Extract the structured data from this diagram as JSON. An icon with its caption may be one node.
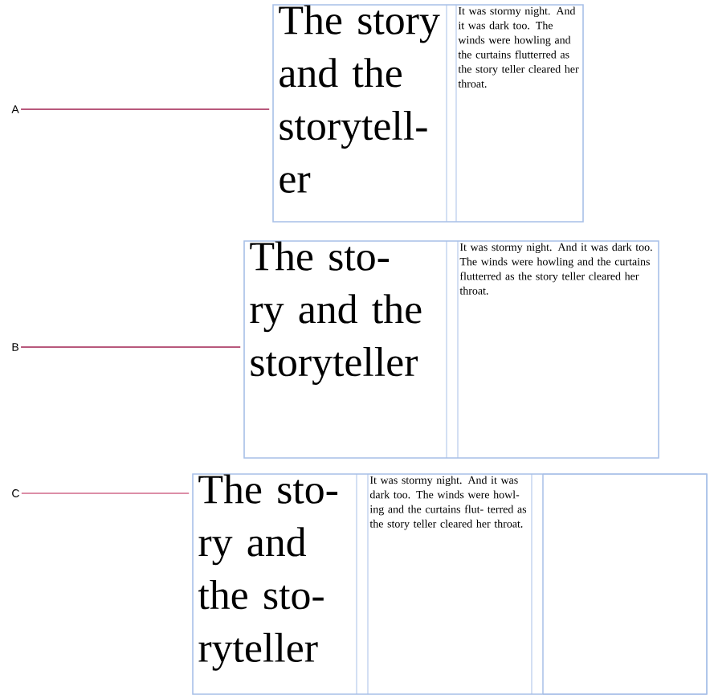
{
  "diagram": {
    "nodes": [
      {
        "text": [
          "A"
        ]
      },
      {
        "text": [],
        "shape": "box"
      },
      {
        "text": [
          "The story and the storytell- er"
        ],
        "in": 1
      },
      {
        "text": [
          "It was stormy night. And it was dark too. The winds were howling and the curtains flutterred as the story teller cleared her throat."
        ],
        "in": 1
      },
      {
        "text": [
          "B"
        ]
      },
      {
        "text": [],
        "shape": "box"
      },
      {
        "text": [
          "The sto- ry and the storyteller"
        ],
        "in": 5
      },
      {
        "text": [
          "It was stormy night. And it was dark too. The winds were howling and the curtains flutterred as the story teller cleared her throat."
        ],
        "in": 5
      },
      {
        "text": [
          "C"
        ]
      },
      {
        "text": [],
        "shape": "box"
      },
      {
        "text": [
          "The sto- ry and the sto- ryteller"
        ],
        "in": 9
      },
      {
        "text": [
          "It was stormy night. And it was dark too. The winds were howl- ing and the curtains flut- terred as the story teller cleared her throat."
        ],
        "in": 9
      },
      {
        "text": [],
        "shape": "box",
        "in": 9
      }
    ],
    "edges": [
      {
        "from": 0,
        "to": 1,
        "arrow": "none"
      },
      {
        "from": 4,
        "to": 5,
        "arrow": "none"
      },
      {
        "from": 8,
        "to": 9,
        "arrow": "none",
        "color": "#d0688a"
      }
    ]
  }
}
